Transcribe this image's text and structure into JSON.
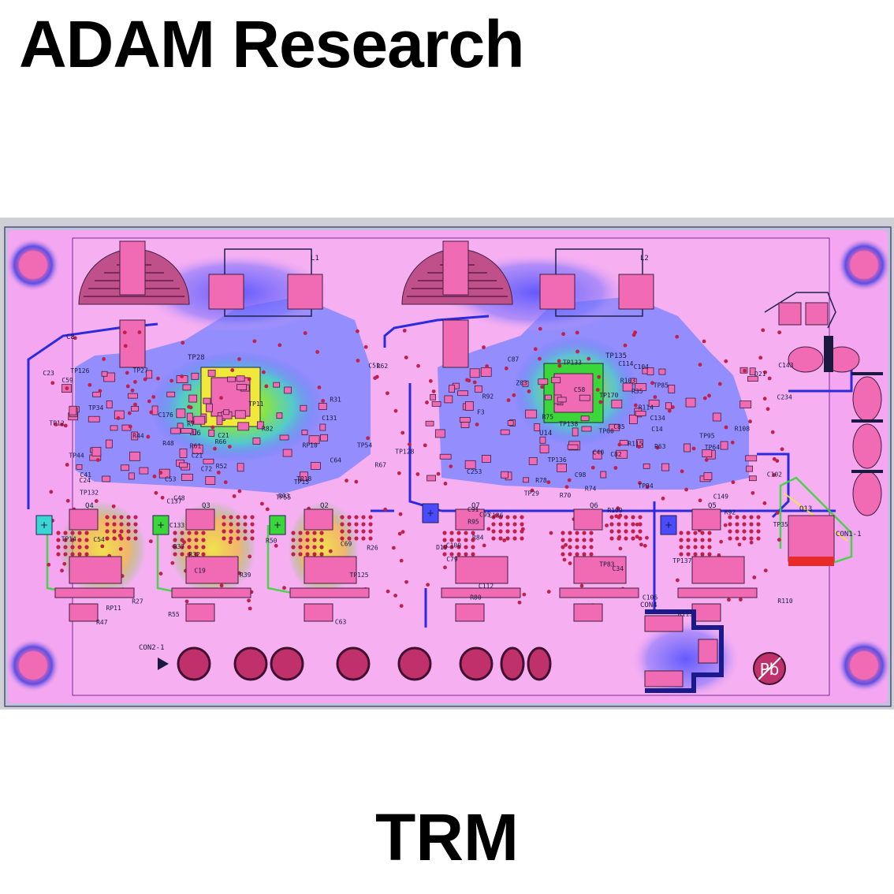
{
  "header": {
    "title": "ADAM  Research"
  },
  "footer": {
    "caption": "TRM"
  },
  "board": {
    "colors": {
      "board": "#f4a6f0",
      "frame": "#c8c8c8",
      "pad": "#f06ab4",
      "trace_blue": "#2a2ae0",
      "trace_dark": "#1a1a8c",
      "heat_green": "#3ad63a",
      "heat_yellow": "#f0e83a",
      "heat_cyan": "#3ad6d6",
      "drill": "#c0204a",
      "outline": "#202050"
    },
    "logo": {
      "text": "Pb"
    },
    "chips": [
      {
        "label": "U6",
        "tp": "TP28"
      },
      {
        "label": "U14",
        "tp": "TP135"
      }
    ],
    "inductors": [
      "L1",
      "L2"
    ],
    "caps_big": [
      "C8"
    ],
    "transistors": [
      "Q4",
      "Q3",
      "Q2",
      "Q7",
      "Q6",
      "Q5",
      "Q13"
    ],
    "connectors": [
      "CON2-1",
      "CON1-1",
      "CON4"
    ],
    "labels": [
      "TP12",
      "C51",
      "TP11",
      "C21",
      "RP11",
      "TP15",
      "RP10",
      "R48",
      "R66",
      "TP14",
      "TP18",
      "TP27",
      "C69",
      "R50",
      "R55",
      "R37",
      "C21",
      "C24",
      "C23",
      "C19",
      "TP125",
      "TP126",
      "TP128",
      "R67",
      "R62",
      "R61",
      "TP55",
      "TP54",
      "C59",
      "C48",
      "R44",
      "R27",
      "R32",
      "R7",
      "C176",
      "TP132",
      "R93",
      "R82",
      "R31",
      "C53",
      "C72",
      "C63",
      "C64",
      "R47",
      "R52",
      "C133",
      "TP44",
      "C54",
      "C137",
      "R39",
      "TP34",
      "C41",
      "R26",
      "C131",
      "TP35",
      "C40",
      "C58",
      "TP29",
      "R35",
      "TP138",
      "TP136",
      "R115",
      "R110",
      "R109",
      "TP95",
      "TP94",
      "C253",
      "C82",
      "C85",
      "TP60",
      "C112",
      "C91",
      "C102",
      "C234",
      "TP137",
      "R108",
      "R70",
      "R114",
      "R103",
      "R63",
      "R92",
      "R75",
      "R80",
      "R113",
      "C114",
      "C95",
      "C104",
      "C34",
      "C100",
      "R95",
      "C106",
      "C136",
      "TP85",
      "R84",
      "R92",
      "TP83",
      "C98",
      "TP133",
      "C143",
      "C149",
      "F3",
      "TP170",
      "C14",
      "R74",
      "R78",
      "C87",
      "C134",
      "TP64",
      "D21",
      "D19",
      "Z03",
      "C79"
    ]
  }
}
